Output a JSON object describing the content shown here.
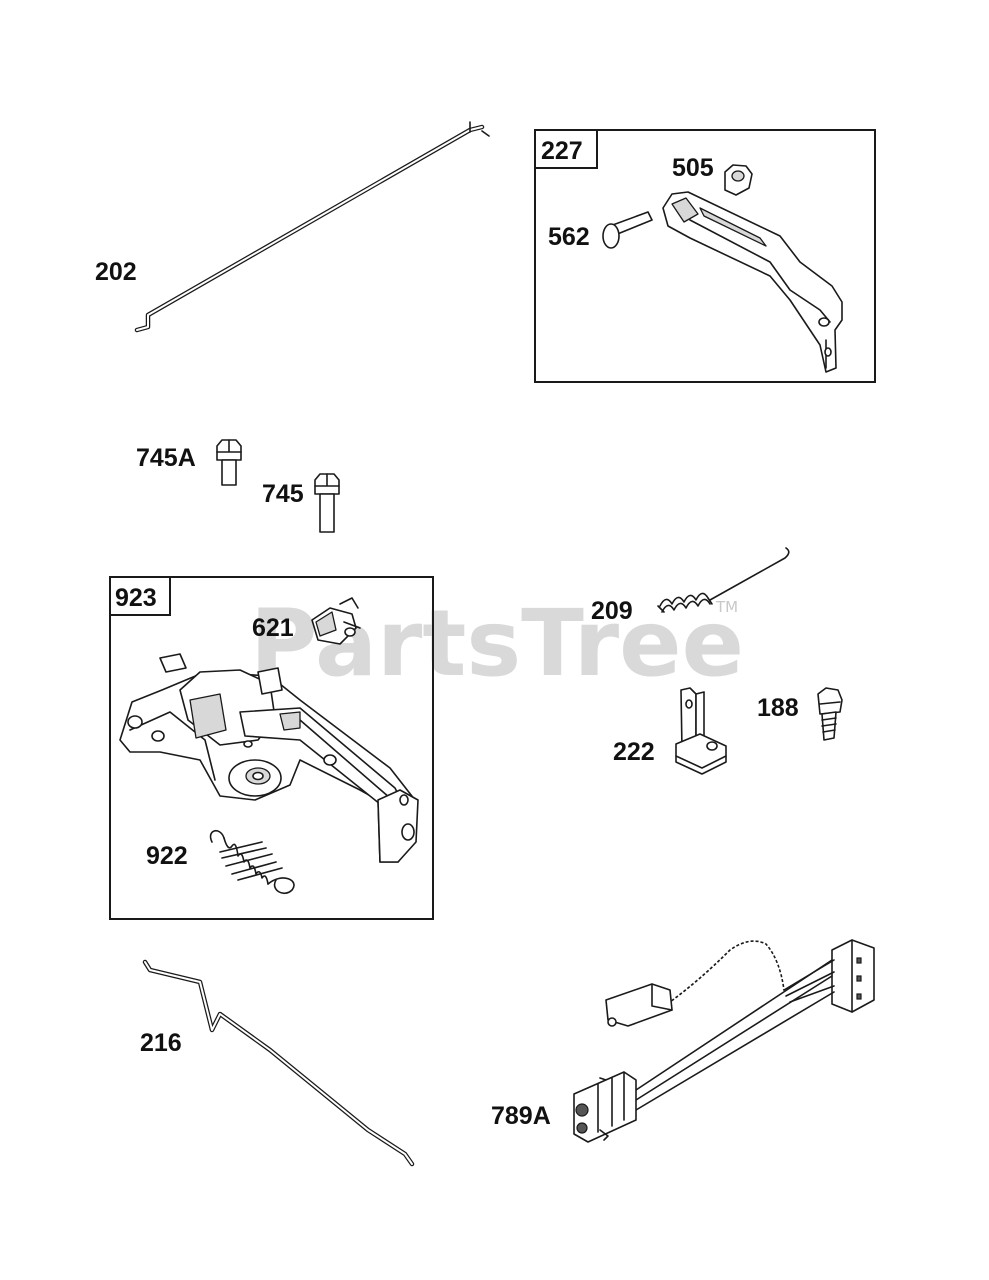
{
  "watermark": {
    "text": "PartsTree",
    "trademark": "TM"
  },
  "callouts": {
    "p202": "202",
    "p227": "227",
    "p505": "505",
    "p562": "562",
    "p745A": "745A",
    "p745": "745",
    "p923": "923",
    "p621": "621",
    "p209": "209",
    "p188": "188",
    "p222": "222",
    "p922": "922",
    "p216": "216",
    "p789A": "789A"
  }
}
